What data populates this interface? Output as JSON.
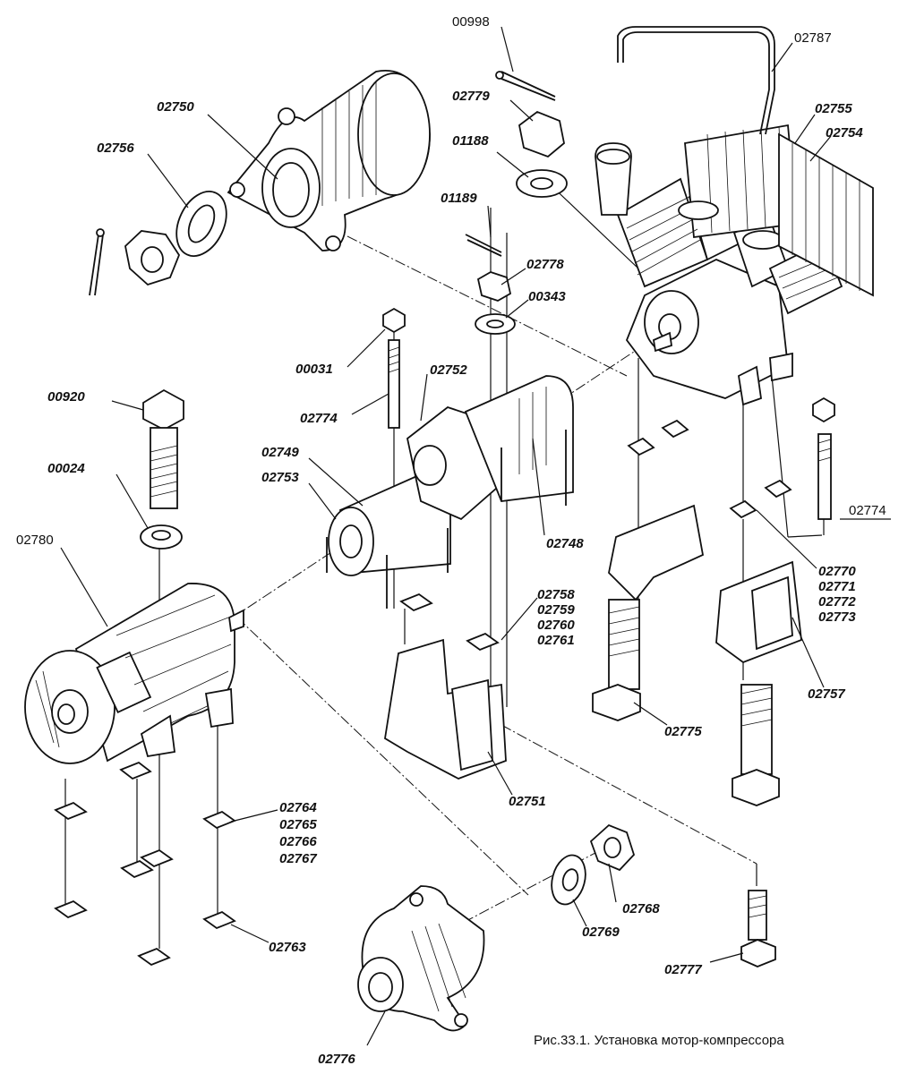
{
  "figure": {
    "caption": "Рис.33.1. Установка мотор-компрессора"
  },
  "labels": {
    "p00998": "00998",
    "p02787": "02787",
    "p02779": "02779",
    "p01188": "01188",
    "p02755": "02755",
    "p02754": "02754",
    "p02750": "02750",
    "p02756": "02756",
    "p01189": "01189",
    "p02778": "02778",
    "p00343": "00343",
    "p00031": "00031",
    "p02752": "02752",
    "p02774a": "02774",
    "p02774b": "02774",
    "p00920": "00920",
    "p02749": "02749",
    "p02753": "02753",
    "p00024": "00024",
    "p02748": "02748",
    "p02780": "02780",
    "p02770": "02770",
    "p02771": "02771",
    "p02772": "02772",
    "p02773": "02773",
    "p02758": "02758",
    "p02759": "02759",
    "p02760": "02760",
    "p02761": "02761",
    "p02757": "02757",
    "p02775": "02775",
    "p02751": "02751",
    "p02764": "02764",
    "p02765": "02765",
    "p02766": "02766",
    "p02767": "02767",
    "p02768": "02768",
    "p02769": "02769",
    "p02763": "02763",
    "p02777": "02777",
    "p02776": "02776"
  }
}
